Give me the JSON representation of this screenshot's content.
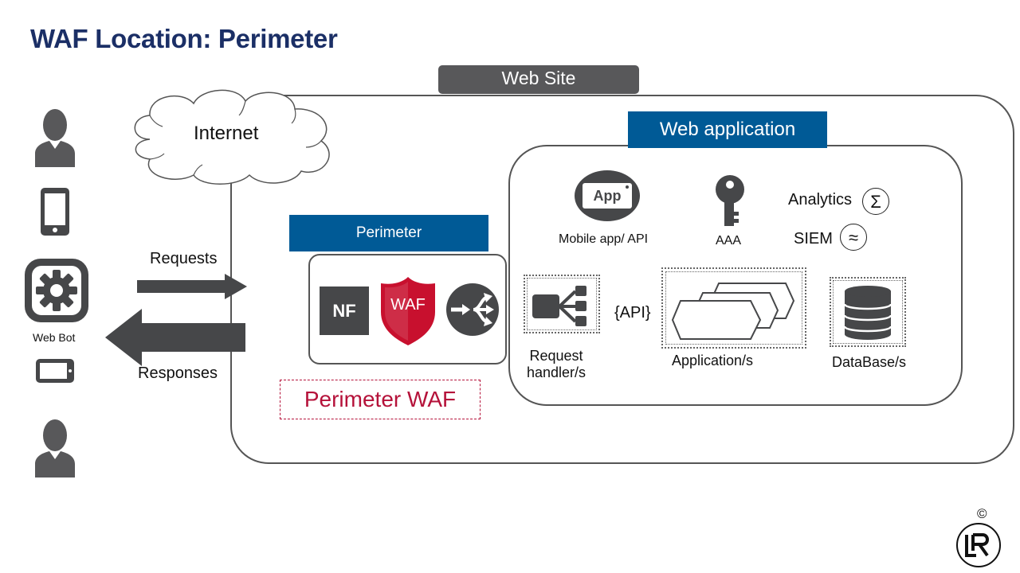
{
  "title": "WAF Location: Perimeter",
  "website": {
    "label": "Web Site"
  },
  "internet": {
    "label": "Internet"
  },
  "clients": {
    "webbot_label": "Web Bot",
    "requests_label": "Requests",
    "responses_label": "Responses"
  },
  "perimeter": {
    "label": "Perimeter",
    "nf_label": "NF",
    "waf_label": "WAF",
    "caption": "Perimeter WAF"
  },
  "webapp": {
    "label": "Web application",
    "mobile_app": {
      "icon_text": "App",
      "label": "Mobile app/ API"
    },
    "aaa": {
      "label": "AAA"
    },
    "analytics": {
      "label": "Analytics",
      "symbol": "Σ"
    },
    "siem": {
      "label": "SIEM",
      "symbol": "≈"
    },
    "api_label": "{API}",
    "request_handler_label": [
      "Request",
      "handler/s"
    ],
    "applications_label": "Application/s",
    "database_label": "DataBase/s"
  },
  "footer": {
    "copyright": "©"
  },
  "colors": {
    "title": "#1b2f66",
    "blue_label": "#005a96",
    "dark_gray": "#464749",
    "waf_red": "#c8102e",
    "caption_red": "#b5123a"
  }
}
